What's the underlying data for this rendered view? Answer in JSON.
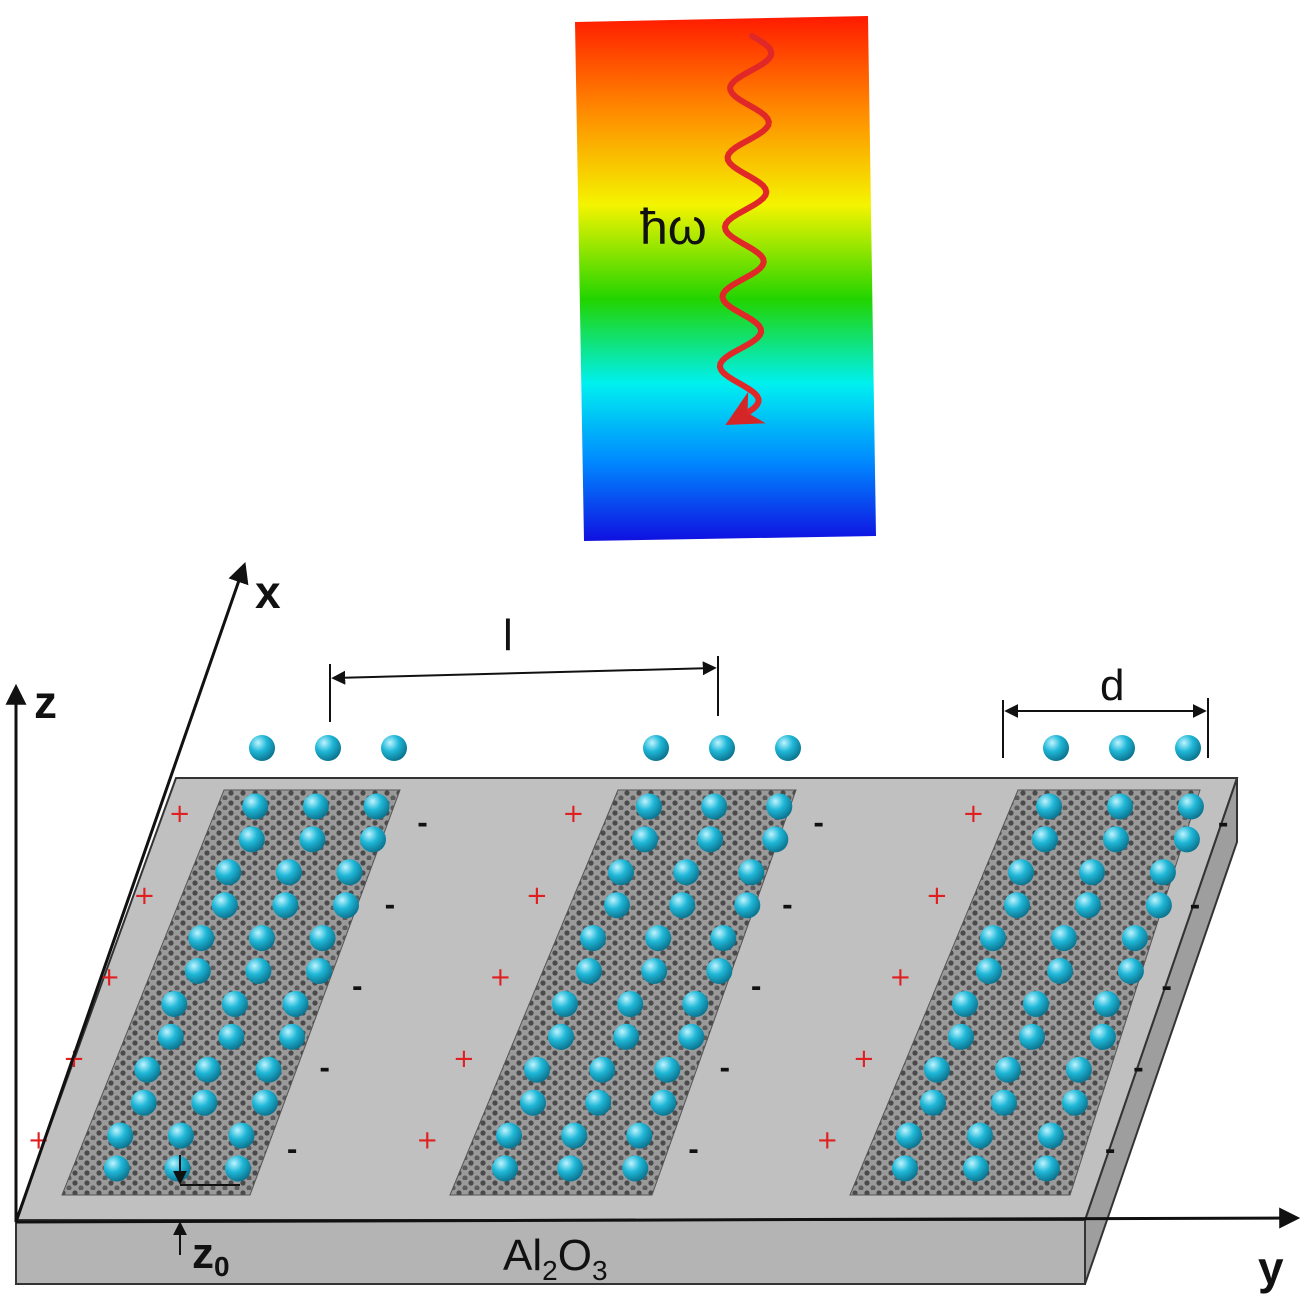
{
  "photon": {
    "label": "ħω"
  },
  "axes": {
    "x": "x",
    "y": "y",
    "z": "z"
  },
  "dimensions": {
    "period": "l",
    "width": "d",
    "height": "z",
    "height_sub": "0"
  },
  "substrate": {
    "formula_a": "Al",
    "formula_sub_a": "2",
    "formula_b": "O",
    "formula_sub_b": "3"
  },
  "charges": {
    "positive": "+",
    "negative": "-"
  },
  "colors": {
    "substrate_top": "#c0c0c0",
    "substrate_side": "#a9a9a9",
    "atom_cyan": "#20b8d8",
    "lattice_gray": "#555555",
    "wave": "#e02828",
    "plus": "#e02020"
  },
  "ribbon_count": 3,
  "atom_rows_per_ribbon": 12,
  "atom_columns_per_ribbon": 3
}
